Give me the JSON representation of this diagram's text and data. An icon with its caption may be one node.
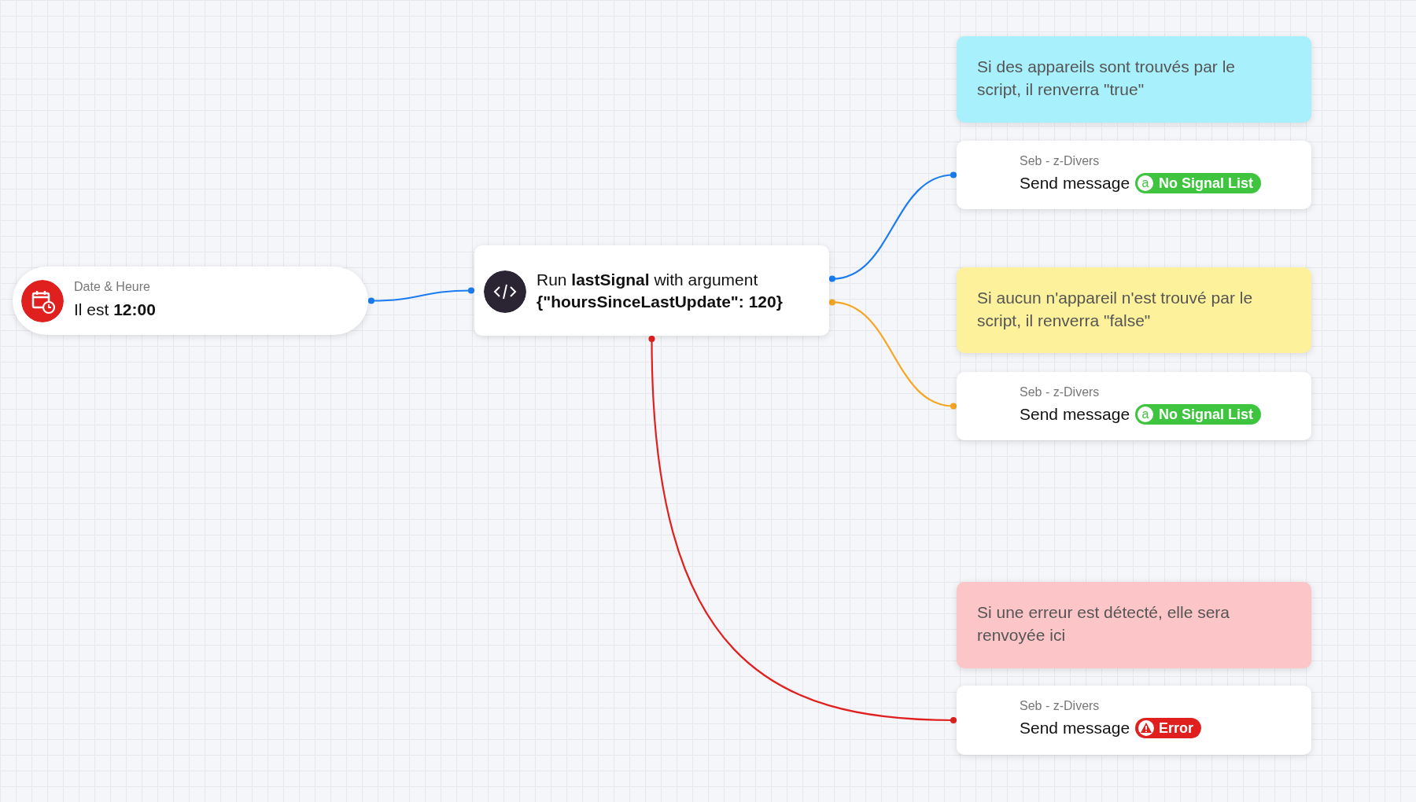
{
  "diagram": {
    "nodes": [
      {
        "text": [
          "Date & Heure",
          "Il est **12:00**"
        ]
      },
      {
        "text": [
          "Run **lastSignal** with argument **{\"hoursSinceLastUpdate\": 120}**"
        ]
      },
      {
        "text": [
          "Si des appareils sont trouvés par le script, il renverra \"true\""
        ]
      },
      {
        "text": [
          "Seb - z-Divers",
          "Send message",
          "a",
          "No Signal List"
        ]
      },
      {
        "text": [
          "Si aucun n'appareil n'est trouvé par le script, il renverra \"false\""
        ]
      },
      {
        "text": [
          "Seb - z-Divers",
          "Send message",
          "a",
          "No Signal List"
        ]
      },
      {
        "text": [
          "Si une erreur est détecté, elle sera renvoyée ici"
        ]
      },
      {
        "text": [
          "Seb - z-Divers",
          "Send message",
          "Error"
        ]
      }
    ],
    "edges": [
      {
        "from": 0,
        "to": 1,
        "arrow": "other",
        "color": "#1a7cf0"
      },
      {
        "from": 1,
        "to": 3,
        "arrow": "other",
        "color": "#1a7cf0"
      },
      {
        "from": 1,
        "to": 5,
        "arrow": "other",
        "color": "#f5a623"
      },
      {
        "from": 1,
        "to": 7,
        "arrow": "other",
        "color": "#e0201e"
      }
    ]
  }
}
